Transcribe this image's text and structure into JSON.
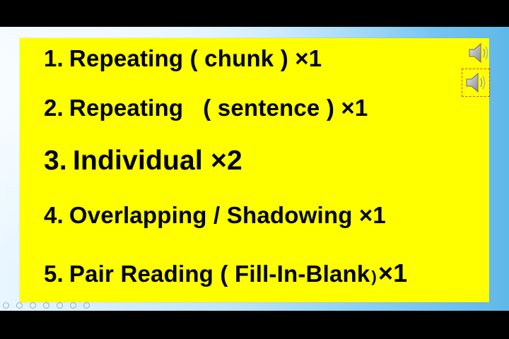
{
  "slide": {
    "items": [
      {
        "num": "1.",
        "text": "Repeating ( chunk ) ×1"
      },
      {
        "num": "2.",
        "text_a": "Repeating",
        "text_b": "( sentence ) ×1"
      },
      {
        "num": "3.",
        "text": "Individual ×2"
      },
      {
        "num": "4.",
        "text": "Overlapping / Shadowing ×1"
      },
      {
        "num": "5.",
        "text_a": "Pair Reading ( Fill-In-Blank",
        "text_b": ")",
        "text_c": "×1"
      }
    ],
    "colors": {
      "panel": "#ffff00",
      "text": "#000000",
      "selection_outline": "#e23a2a"
    }
  },
  "audio": {
    "icons": [
      "speaker-icon",
      "speaker-icon"
    ]
  },
  "slideshow_controls": {
    "icons": [
      "previous-icon",
      "next-icon",
      "pen-icon",
      "slides-icon",
      "zoom-icon",
      "subtitles-icon",
      "more-icon"
    ]
  }
}
